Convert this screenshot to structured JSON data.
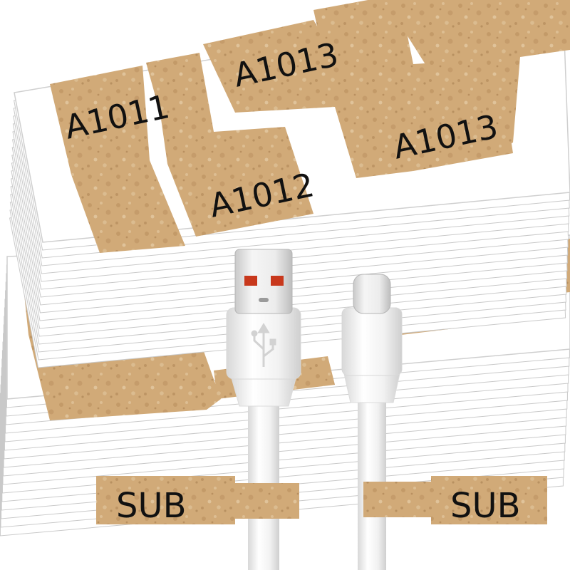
{
  "colors": {
    "cork": "#d1aa78",
    "cork_dark": "#b78c5a",
    "cork_light": "#e0c39a",
    "sheet": "#ffffff",
    "sheet_edge": "#c9c9c9",
    "cable": "#f4f4f4",
    "cable_shadow": "#d6d6d6",
    "usb_shell": "#e6e6e6",
    "usb_contact": "#c8381c",
    "text": "#111111"
  },
  "upper_sheet": {
    "labels": [
      {
        "text": "A1011"
      },
      {
        "text": "A1012"
      },
      {
        "text": "A1013"
      },
      {
        "text": "A1013"
      }
    ]
  },
  "cable_tags": [
    {
      "text": "SUB"
    },
    {
      "text": "SUB"
    }
  ],
  "icons": {
    "usb_symbol": "usb-trident-icon"
  }
}
